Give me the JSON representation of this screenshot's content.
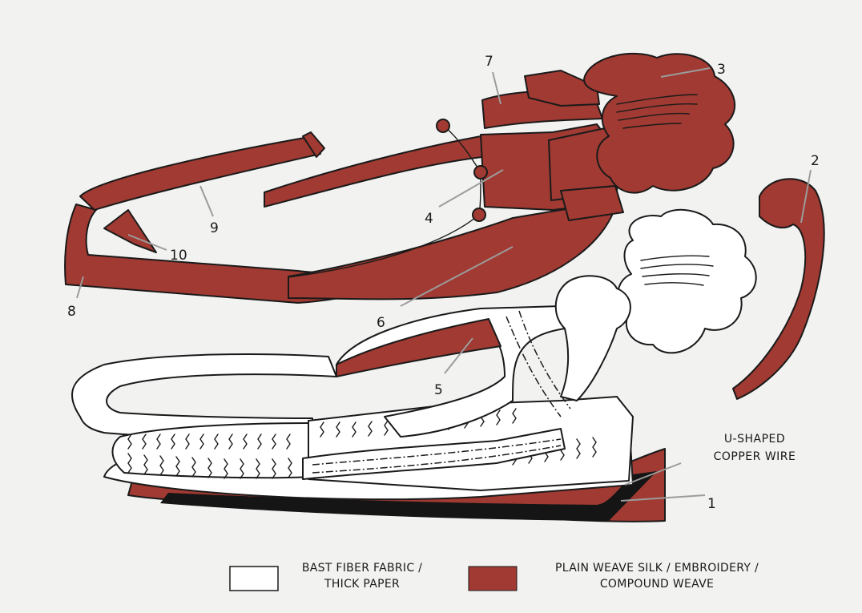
{
  "labels": {
    "l1": "1",
    "l2": "2",
    "l3": "3",
    "l4": "4",
    "l5": "5",
    "l6": "6",
    "l7": "7",
    "l8": "8",
    "l9": "9",
    "l10": "10"
  },
  "wire_label": {
    "line1": "U-SHAPED",
    "line2": "COPPER WIRE"
  },
  "legend": {
    "fiber": {
      "line1": "BAST FIBER FABRIC /",
      "line2": "THICK PAPER",
      "color": "#ffffff"
    },
    "silk": {
      "line1": "PLAIN WEAVE SILK / EMBROIDERY /",
      "line2": "COMPOUND WEAVE",
      "color": "#a03a32"
    }
  }
}
